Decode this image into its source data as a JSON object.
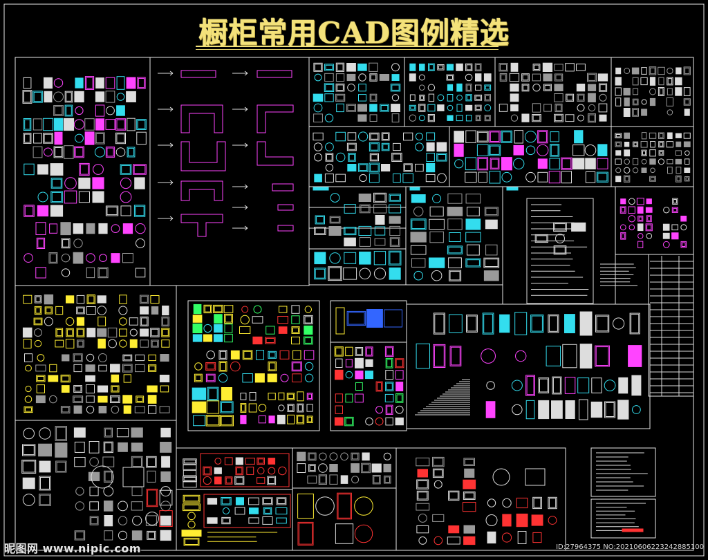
{
  "title": "橱柜常用CAD图例精选",
  "watermark": {
    "site": "昵图网 www.nipic.com",
    "id_text": "ID:27964375 NO:20210606223242885100"
  },
  "colors": {
    "background": "#000000",
    "frame": "#e8e8e8",
    "title": "#f4e27a",
    "magenta": "#ff44ff",
    "cyan": "#33ddee",
    "yellow": "#ffee33",
    "red": "#ff3333",
    "green": "#33ff66",
    "blue": "#3366ff",
    "white": "#dddddd",
    "grey": "#9a9a9a"
  }
}
